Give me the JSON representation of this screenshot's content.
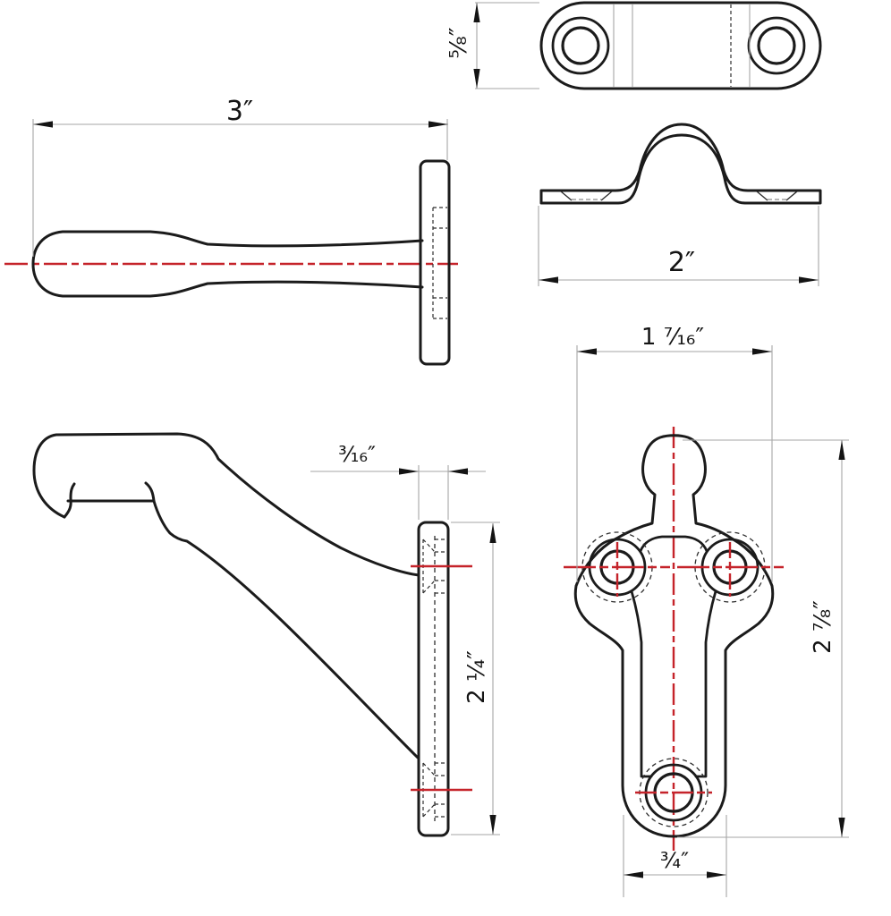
{
  "drawing": {
    "part": "handrail bracket",
    "units": "inches",
    "colors": {
      "outline": "#1b1b1b",
      "hidden": "#2e2e2e",
      "centerline": "#c5232a",
      "dimension_line": "#a6a6a6",
      "text": "#141414",
      "background": "#ffffff"
    },
    "views": {
      "handle_side": {
        "dims": {
          "length": "3″"
        }
      },
      "saddle_top": {
        "dims": {
          "width": "⁵⁄₈″"
        }
      },
      "saddle_front": {
        "dims": {
          "width": "2″"
        }
      },
      "bracket_side": {
        "dims": {
          "plate_thickness": "³⁄₁₆″",
          "plate_height": "2 ¹⁄₄″"
        }
      },
      "bracket_front": {
        "dims": {
          "top_width": "1 ⁷⁄₁₆″",
          "overall_height": "2 ⁷⁄₈″",
          "stem_width": "³⁄₄″"
        }
      }
    }
  }
}
